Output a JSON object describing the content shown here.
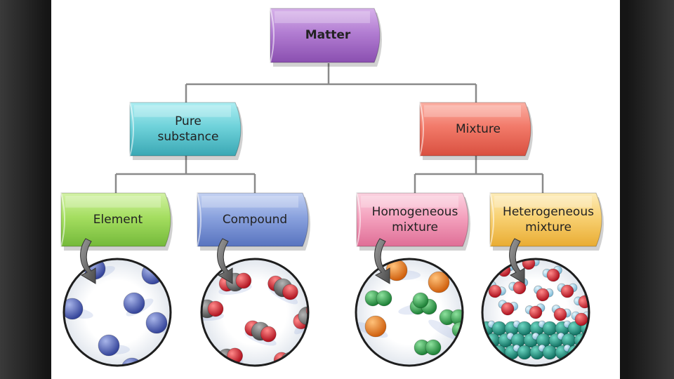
{
  "diagram": {
    "root": {
      "label": "Matter",
      "color": "#b07ad0"
    },
    "level1": [
      {
        "label": "Pure substance",
        "line1": "Pure",
        "line2": "substance",
        "color": "#6fd0d8"
      },
      {
        "label": "Mixture",
        "color": "#f27a6a"
      }
    ],
    "level2": [
      {
        "label": "Element",
        "color": "#9fdc5a",
        "particles": "blue atoms"
      },
      {
        "label": "Compound",
        "color": "#7f9ad6",
        "particles": "grey and red molecules"
      },
      {
        "label": "Homogeneous mixture",
        "line1": "Homogeneous",
        "line2": "mixture",
        "color": "#f49ab8",
        "particles": "orange and green particles"
      },
      {
        "label": "Heterogeneous mixture",
        "line1": "Heterogeneous",
        "line2": "mixture",
        "color": "#f7cf6a",
        "particles": "water molecules over teal layer"
      }
    ]
  },
  "colors": {
    "background": "#151515",
    "slide": "#ffffff",
    "connector": "#8a8a8a",
    "atom_blue": "#4a5bb0",
    "atom_grey": "#6b6b6b",
    "atom_red": "#d41f2f",
    "atom_orange": "#e77c1e",
    "atom_green": "#2ea24a",
    "atom_teal": "#1a9a86",
    "atom_lightblue": "#9fd4ec"
  }
}
